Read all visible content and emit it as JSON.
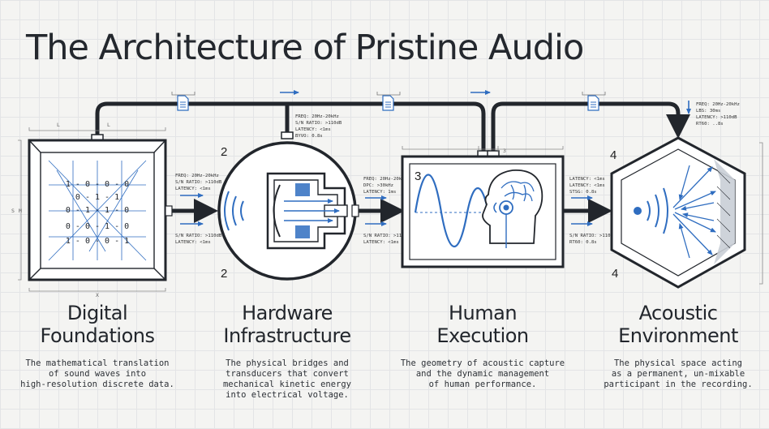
{
  "title": "The Architecture of Pristine Audio",
  "stages": [
    {
      "number": "",
      "heading_line1": "Digital",
      "heading_line2": "Foundations",
      "description": [
        "The mathematical translation",
        "of sound waves into",
        "high-resolution discrete data."
      ],
      "binary_rows": [
        "1 - 0 - 0 - 0",
        "0 - 1 - 1",
        "0 - 1 - 1 - 0",
        "0 - 0 - 1 - 0",
        "1 - 0 - 0 - 1"
      ]
    },
    {
      "number": "2",
      "heading_line1": "Hardware",
      "heading_line2": "Infrastructure",
      "description": [
        "The physical bridges and",
        "transducers that convert",
        "mechanical kinetic energy",
        "into electrical voltage."
      ]
    },
    {
      "number": "3",
      "heading_line1": "Human",
      "heading_line2": "Execution",
      "description": [
        "The geometry of acoustic capture",
        "and the dynamic management",
        "of human performance."
      ]
    },
    {
      "number": "4",
      "heading_line1": "Acoustic",
      "heading_line2": "Environment",
      "description": [
        "The physical space acting",
        "as a permanent, un-mixable",
        "participant in the recording."
      ]
    }
  ],
  "specs": {
    "top_2": [
      "FREQ: 20Hz-20kHz",
      "S/N RATIO: >110dB",
      "LATENCY: <1ms",
      "BYVO: 0.8s"
    ],
    "top_4": [
      "FREQ: 20Hz-20kHz",
      "LBS: 30ms",
      "LATENCY: >110dB",
      "RT60: ..8s"
    ],
    "link1_top": [
      "FREQ: 20Hz-20kHz",
      "S/N RATIO: >110dB",
      "LATENCY: <1ms"
    ],
    "link1_bottom": [
      "S/N RATIO: >110dB",
      "LATENCY: <1ms"
    ],
    "link2_top": [
      "FREQ: 20Hz-20kHz",
      "DPC: >30kHz",
      "LATENCY: 1ms"
    ],
    "link2_bottom": [
      "S/N RATIO: >110dB",
      "LATENCY: <1ms"
    ],
    "link3_top": [
      "LATENCY: <1ms",
      "LATENCY: <1ms",
      "STSG: 0.8s"
    ],
    "link3_bottom": [
      "S/N RATIO: >110dB",
      "RT60: 0.8s"
    ]
  },
  "dimension_labels": {
    "l": "L",
    "x": "X",
    "m": "M",
    "s": "S",
    "three": "3",
    "two": "2",
    "four": "4"
  },
  "colors": {
    "accent": "#2f6dc0",
    "line": "#22262c",
    "paper": "#f4f4f2"
  },
  "icons": [
    "document-icon",
    "arrow-right-icon",
    "waveform-icon",
    "microphone-icon",
    "human-head-icon",
    "speaker-dot-icon"
  ]
}
